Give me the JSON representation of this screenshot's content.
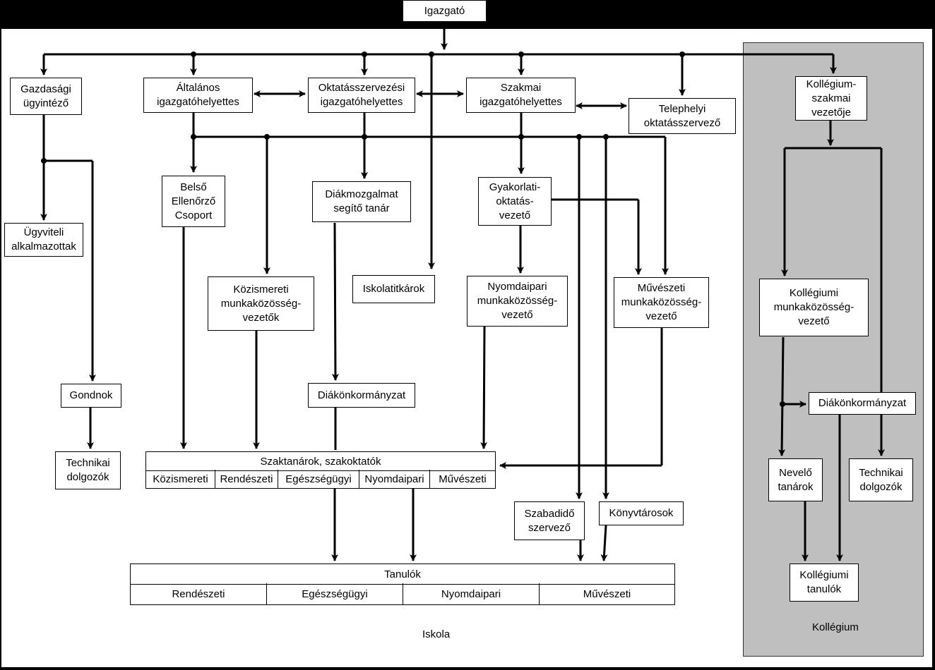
{
  "top": {
    "director": "Igazgató"
  },
  "boxes": {
    "gazdasagi": "Gazdasági\nügyintéző",
    "altalanos": "Általános\nigazgatóhelyettes",
    "oktatasszervezesi": "Oktatásszervezési\nigazgatóhelyettes",
    "szakmai": "Szakmai\nigazgatóhelyettes",
    "telephelyi": "Telephelyi\noktatásszervező",
    "kollegium_szakmai": "Kollégium-\nszakmai\nvezetője",
    "ugyviteli": "Ügyviteli\nalkalmazottak",
    "belso": "Belső\nEllenőrző\nCsoport",
    "diakmozgalmat": "Diákmozgalmat\nsegítő tanár",
    "gyakorlati": "Gyakorlati-\noktatás-\nvezető",
    "kozismereti_mk": "Közismereti\nmunkaközösség-\nvezetők",
    "iskolatitkarok": "Iskolatitkárok",
    "nyomdaipari_mk": "Nyomdaipari\nmunkaközösség-\nvezető",
    "muveszeti_mk": "Művészeti\nmunkaközösség-\nvezető",
    "kollegiumi_mk": "Kollégiumi\nmunkaközösség-\nvezető",
    "gondnok": "Gondnok",
    "technikai_1": "Technikai\ndolgozók",
    "diakonkormanyzat_1": "Diákönkormányzat",
    "diakonkormanyzat_2": "Diákönkormányzat",
    "nevelo": "Nevelő\ntanárok",
    "technikai_2": "Technikai\ndolgozók",
    "szabadido": "Szabadidő\nszervező",
    "konyvtarosok": "Könyvtárosok",
    "kollegiumi_tanulok": "Kollégiumi\ntanulók"
  },
  "szaktanarok": {
    "title": "Szaktanárok, szakoktatók",
    "cells": [
      "Közismereti",
      "Rendészeti",
      "Egészségügyi",
      "Nyomdaipari",
      "Művészeti"
    ]
  },
  "tanulok": {
    "title": "Tanulók",
    "cells": [
      "Rendészeti",
      "Egészségügyi",
      "Nyomdaipari",
      "Művészeti"
    ]
  },
  "areas": {
    "iskola": "Iskola",
    "kollegium": "Kollégium"
  }
}
